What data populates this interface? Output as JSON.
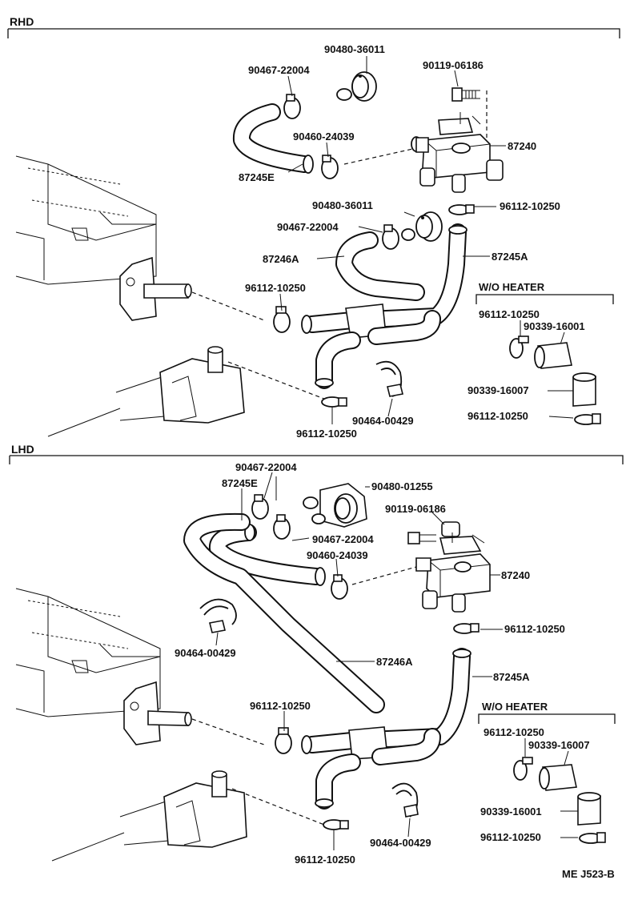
{
  "sections": {
    "rhd": {
      "title": "RHD",
      "labels": {
        "nut_top": "90480-36011",
        "clamp_top": "90467-22004",
        "bolt": "90119-06186",
        "clamp_hose_e": "90460-24039",
        "valve": "87240",
        "hose_e": "87245E",
        "nut_mid": "90480-36011",
        "clamp_mid": "90467-22004",
        "clip_right": "96112-10250",
        "hose_a_big": "87246A",
        "hose_a": "87245A",
        "clip_left": "96112-10250",
        "clamp_bottom": "90464-00429",
        "clip_bottom": "96112-10250"
      },
      "wo_heater": {
        "title": "W/O HEATER",
        "labels": [
          "96112-10250",
          "90339-16001",
          "90339-16007",
          "96112-10250"
        ]
      }
    },
    "lhd": {
      "title": "LHD",
      "labels": {
        "clamp_top": "90467-22004",
        "hose_e": "87245E",
        "nut": "90480-01255",
        "bolt": "90119-06186",
        "clamp_2": "90467-22004",
        "clamp_hose_e": "90460-24039",
        "valve": "87240",
        "clamp_left": "90464-00429",
        "clip_right": "96112-10250",
        "hose_a_big": "87246A",
        "hose_a": "87245A",
        "clip_left": "96112-10250",
        "clamp_bottom": "90464-00429",
        "clip_bottom": "96112-10250"
      },
      "wo_heater": {
        "title": "W/O HEATER",
        "labels": [
          "96112-10250",
          "90339-16007",
          "90339-16001",
          "96112-10250"
        ]
      }
    }
  },
  "footer": {
    "code": "ME J523-B"
  }
}
